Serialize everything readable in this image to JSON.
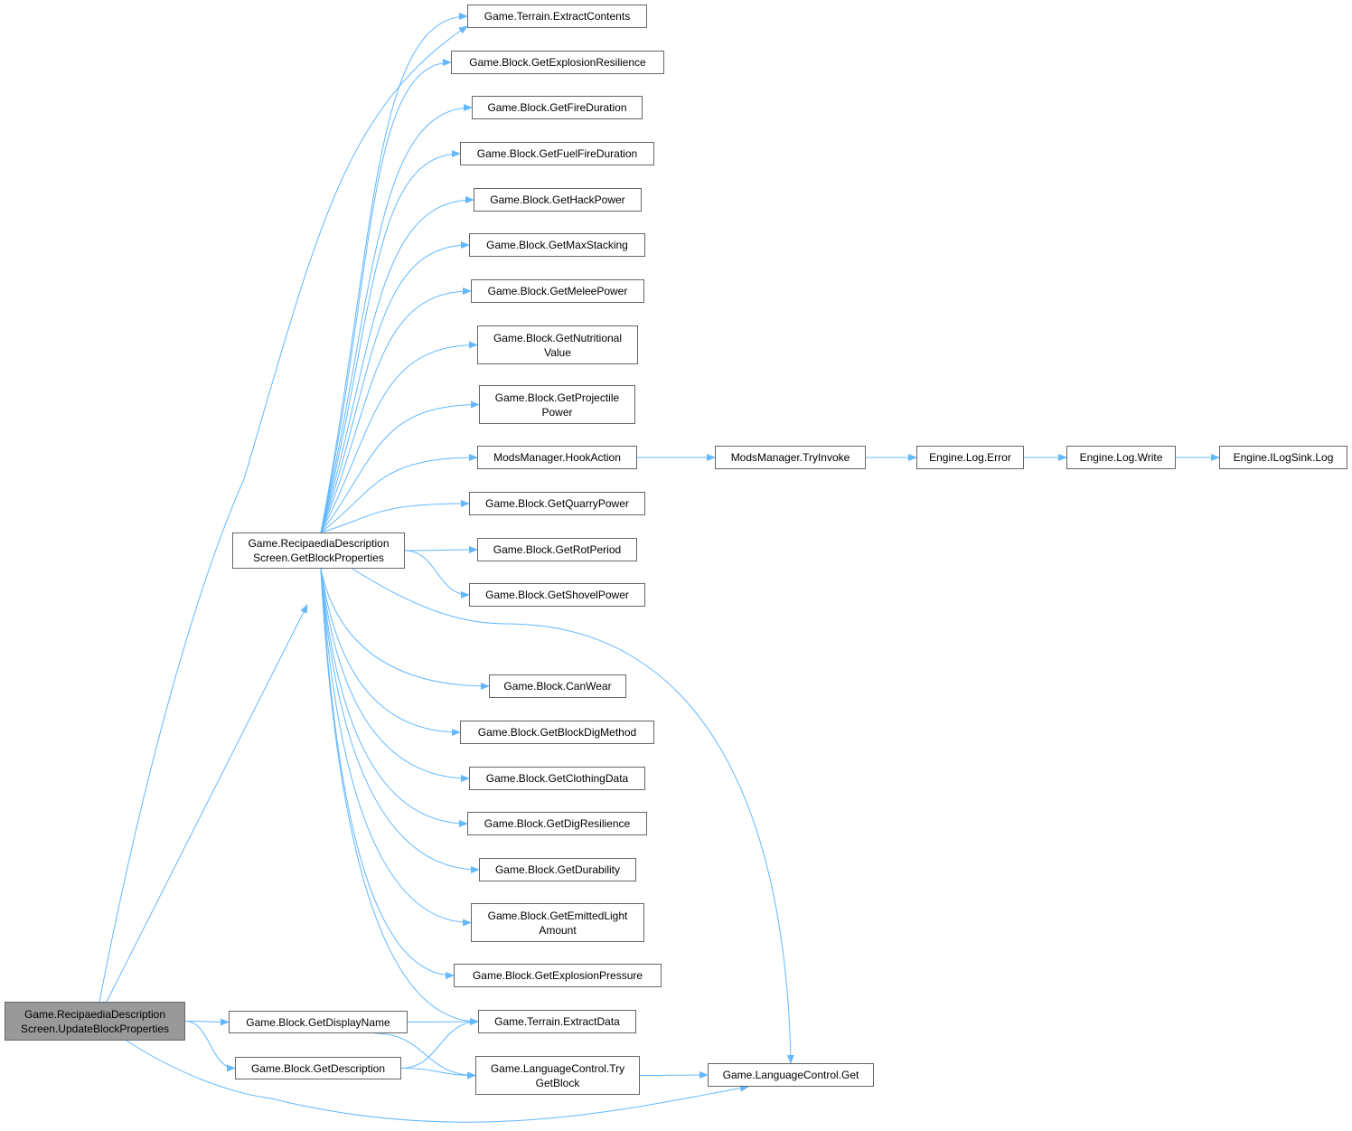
{
  "colors": {
    "edge": "#63b8ff",
    "root_fill": "#999999",
    "node_border": "#666666"
  },
  "nodes": [
    {
      "id": "n0",
      "lines": [
        "Game.RecipaediaDescription",
        "Screen.UpdateBlockProperties"
      ],
      "root": true
    },
    {
      "id": "n1",
      "lines": [
        "Game.RecipaediaDescription",
        "Screen.GetBlockProperties"
      ]
    },
    {
      "id": "n2",
      "lines": [
        "Game.Block.GetDisplayName"
      ]
    },
    {
      "id": "n3",
      "lines": [
        "Game.Block.GetDescription"
      ]
    },
    {
      "id": "n4",
      "lines": [
        "Game.Terrain.ExtractContents"
      ]
    },
    {
      "id": "n5",
      "lines": [
        "Game.Block.GetExplosionResilience"
      ]
    },
    {
      "id": "n6",
      "lines": [
        "Game.Block.GetFireDuration"
      ]
    },
    {
      "id": "n7",
      "lines": [
        "Game.Block.GetFuelFireDuration"
      ]
    },
    {
      "id": "n8",
      "lines": [
        "Game.Block.GetHackPower"
      ]
    },
    {
      "id": "n9",
      "lines": [
        "Game.Block.GetMaxStacking"
      ]
    },
    {
      "id": "n10",
      "lines": [
        "Game.Block.GetMeleePower"
      ]
    },
    {
      "id": "n11",
      "lines": [
        "Game.Block.GetNutritional",
        "Value"
      ]
    },
    {
      "id": "n12",
      "lines": [
        "Game.Block.GetProjectile",
        "Power"
      ]
    },
    {
      "id": "n13",
      "lines": [
        "ModsManager.HookAction"
      ]
    },
    {
      "id": "n14",
      "lines": [
        "Game.Block.GetQuarryPower"
      ]
    },
    {
      "id": "n15",
      "lines": [
        "Game.Block.GetRotPeriod"
      ]
    },
    {
      "id": "n16",
      "lines": [
        "Game.Block.GetShovelPower"
      ]
    },
    {
      "id": "n17",
      "lines": [
        "Game.Block.CanWear"
      ]
    },
    {
      "id": "n18",
      "lines": [
        "Game.Block.GetBlockDigMethod"
      ]
    },
    {
      "id": "n19",
      "lines": [
        "Game.Block.GetClothingData"
      ]
    },
    {
      "id": "n20",
      "lines": [
        "Game.Block.GetDigResilience"
      ]
    },
    {
      "id": "n21",
      "lines": [
        "Game.Block.GetDurability"
      ]
    },
    {
      "id": "n22",
      "lines": [
        "Game.Block.GetEmittedLight",
        "Amount"
      ]
    },
    {
      "id": "n23",
      "lines": [
        "Game.Block.GetExplosionPressure"
      ]
    },
    {
      "id": "n24",
      "lines": [
        "Game.Terrain.ExtractData"
      ]
    },
    {
      "id": "n25",
      "lines": [
        "Game.LanguageControl.Try",
        "GetBlock"
      ]
    },
    {
      "id": "n26",
      "lines": [
        "Game.LanguageControl.Get"
      ]
    },
    {
      "id": "n27",
      "lines": [
        "ModsManager.TryInvoke"
      ]
    },
    {
      "id": "n28",
      "lines": [
        "Engine.Log.Error"
      ]
    },
    {
      "id": "n29",
      "lines": [
        "Engine.Log.Write"
      ]
    },
    {
      "id": "n30",
      "lines": [
        "Engine.ILogSink.Log"
      ]
    }
  ],
  "edges": [
    [
      "n0",
      "n4"
    ],
    [
      "n0",
      "n1"
    ],
    [
      "n0",
      "n2"
    ],
    [
      "n0",
      "n3"
    ],
    [
      "n0",
      "n26"
    ],
    [
      "n1",
      "n4"
    ],
    [
      "n1",
      "n5"
    ],
    [
      "n1",
      "n6"
    ],
    [
      "n1",
      "n7"
    ],
    [
      "n1",
      "n8"
    ],
    [
      "n1",
      "n9"
    ],
    [
      "n1",
      "n10"
    ],
    [
      "n1",
      "n11"
    ],
    [
      "n1",
      "n12"
    ],
    [
      "n1",
      "n13"
    ],
    [
      "n1",
      "n14"
    ],
    [
      "n1",
      "n15"
    ],
    [
      "n1",
      "n16"
    ],
    [
      "n1",
      "n26"
    ],
    [
      "n1",
      "n17"
    ],
    [
      "n1",
      "n18"
    ],
    [
      "n1",
      "n19"
    ],
    [
      "n1",
      "n20"
    ],
    [
      "n1",
      "n21"
    ],
    [
      "n1",
      "n22"
    ],
    [
      "n1",
      "n23"
    ],
    [
      "n1",
      "n24"
    ],
    [
      "n2",
      "n24"
    ],
    [
      "n2",
      "n25"
    ],
    [
      "n3",
      "n24"
    ],
    [
      "n3",
      "n25"
    ],
    [
      "n25",
      "n26"
    ],
    [
      "n13",
      "n27"
    ],
    [
      "n27",
      "n28"
    ],
    [
      "n28",
      "n29"
    ],
    [
      "n29",
      "n30"
    ]
  ]
}
